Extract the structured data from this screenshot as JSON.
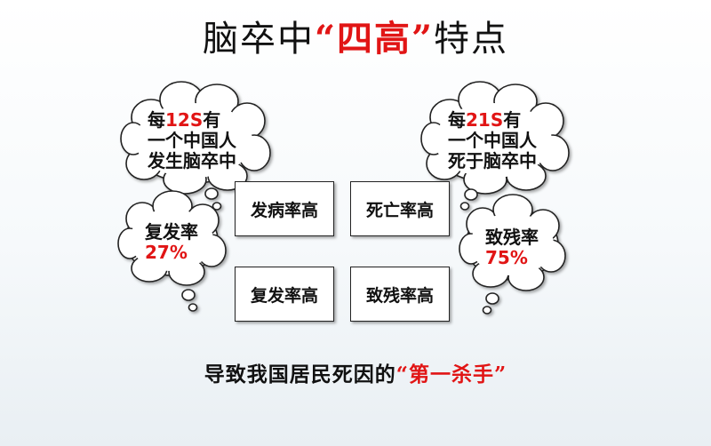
{
  "title": {
    "prefix": "脑卒中",
    "open_quote": "“",
    "highlight": "四高",
    "close_quote": "”",
    "suffix": "特点"
  },
  "bubbles": {
    "top_left": {
      "line1_prefix": "每",
      "line1_number": "12S",
      "line1_suffix": "有",
      "line2": "一个中国人",
      "line3": "发生脑卒中"
    },
    "top_right": {
      "line1_prefix": "每",
      "line1_number": "21S",
      "line1_suffix": "有",
      "line2": "一个中国人",
      "line3": "死于脑卒中"
    },
    "bottom_left": {
      "label": "复发率",
      "value": "27%"
    },
    "bottom_right": {
      "label": "致残率",
      "value": "75%"
    }
  },
  "boxes": {
    "incidence": "发病率高",
    "mortality": "死亡率高",
    "recurrence": "复发率高",
    "disability": "致残率高"
  },
  "footer": {
    "text": "导致我国居民死因的",
    "open_quote": "“",
    "highlight": "第一杀手",
    "close_quote": "”"
  },
  "colors": {
    "accent": "#e11515",
    "text": "#111111"
  }
}
